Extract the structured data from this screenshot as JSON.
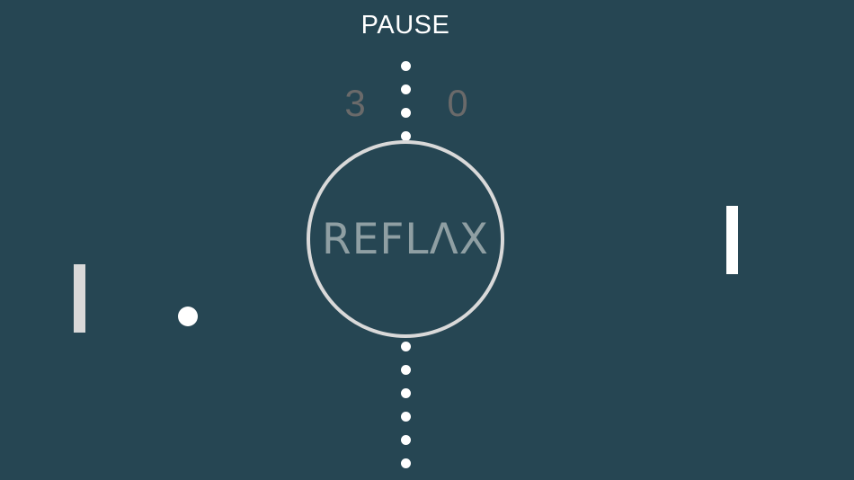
{
  "header": {
    "pause_label": "PAUSE"
  },
  "scoreboard": {
    "left_score": "3",
    "right_score": "0"
  },
  "center": {
    "logo_text": "REFLΛX"
  },
  "colors": {
    "background": "#264653",
    "net": "#ffffff",
    "circle": "#d9d9d9",
    "logo": "#8f9fa3",
    "score": "#6a6a6a",
    "paddle_left": "#d9d9d9",
    "paddle_right": "#ffffff",
    "ball": "#ffffff"
  }
}
